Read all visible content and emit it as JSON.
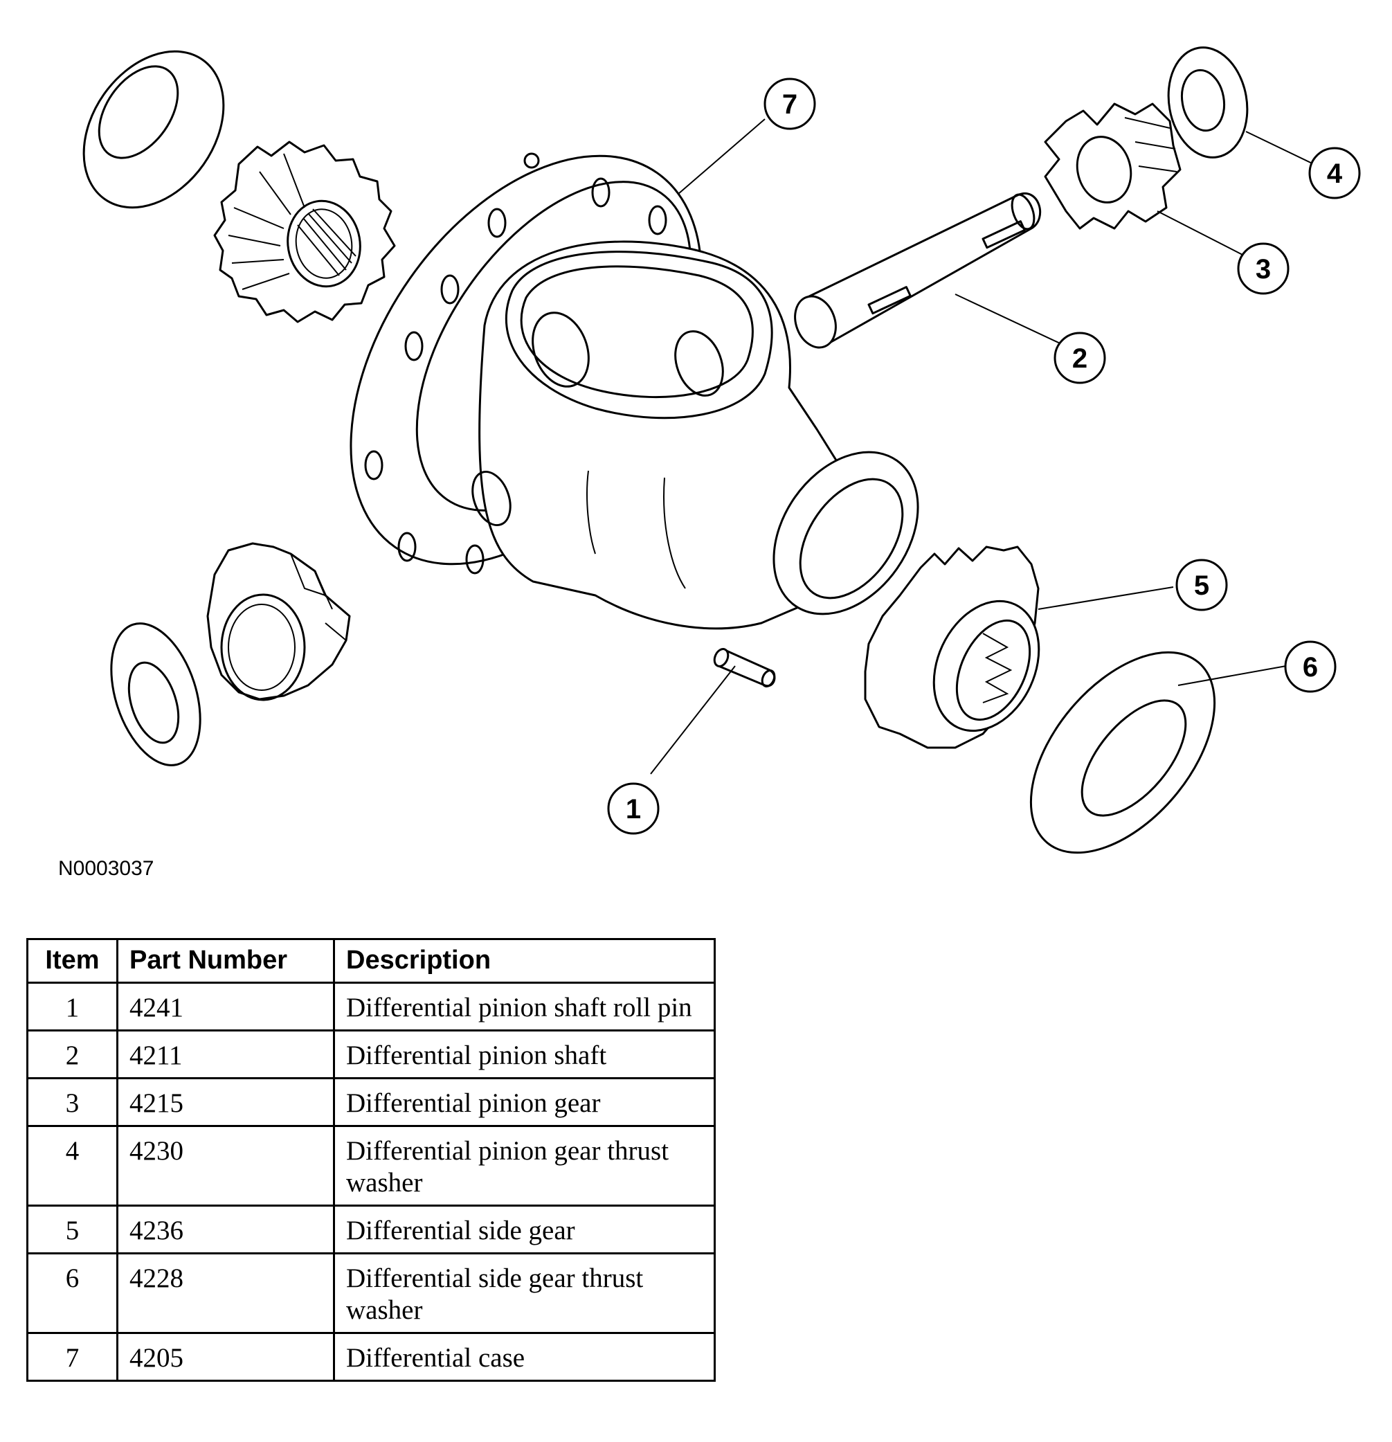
{
  "figure_id": "N0003037",
  "callouts": [
    "1",
    "2",
    "3",
    "4",
    "5",
    "6",
    "7"
  ],
  "table": {
    "headers": [
      "Item",
      "Part Number",
      "Description"
    ],
    "rows": [
      {
        "item": "1",
        "part_number": "4241",
        "description": "Differential pinion shaft roll pin"
      },
      {
        "item": "2",
        "part_number": "4211",
        "description": "Differential pinion shaft"
      },
      {
        "item": "3",
        "part_number": "4215",
        "description": "Differential pinion gear"
      },
      {
        "item": "4",
        "part_number": "4230",
        "description": "Differential pinion gear thrust washer"
      },
      {
        "item": "5",
        "part_number": "4236",
        "description": "Differential side gear"
      },
      {
        "item": "6",
        "part_number": "4228",
        "description": "Differential side gear thrust washer"
      },
      {
        "item": "7",
        "part_number": "4205",
        "description": "Differential case"
      }
    ]
  }
}
